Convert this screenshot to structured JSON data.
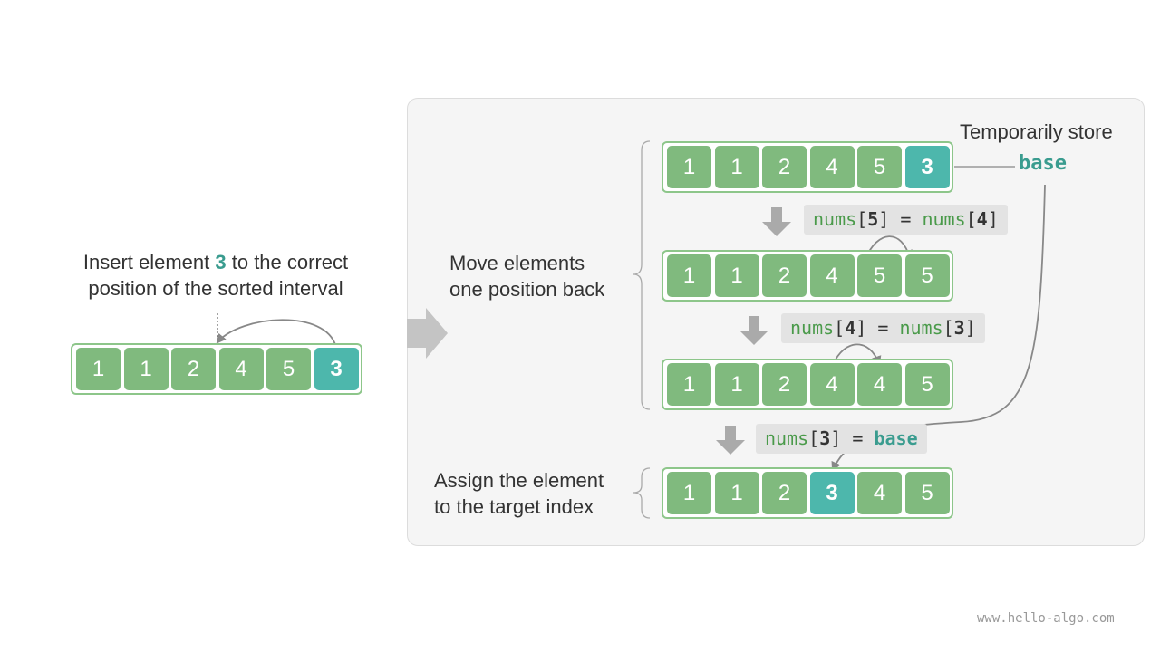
{
  "left": {
    "caption_line1_prefix": "Insert element ",
    "caption_line1_highlight": "3",
    "caption_line1_suffix": " to the correct",
    "caption_line2": "position of the sorted interval",
    "array": [
      "1",
      "1",
      "2",
      "4",
      "5",
      "3"
    ]
  },
  "right": {
    "top_label": "Temporarily store",
    "base_label": "base",
    "move_label_line1": "Move elements",
    "move_label_line2": "one position back",
    "assign_label_line1": "Assign the element",
    "assign_label_line2": "to the target index",
    "rows": [
      [
        "1",
        "1",
        "2",
        "4",
        "5",
        "3"
      ],
      [
        "1",
        "1",
        "2",
        "4",
        "5",
        "5"
      ],
      [
        "1",
        "1",
        "2",
        "4",
        "4",
        "5"
      ],
      [
        "1",
        "1",
        "2",
        "3",
        "4",
        "5"
      ]
    ],
    "steps": [
      {
        "lhs_name": "nums",
        "lhs_idx": "5",
        "eq": "=",
        "rhs_name": "nums",
        "rhs_idx": "4"
      },
      {
        "lhs_name": "nums",
        "lhs_idx": "4",
        "eq": "=",
        "rhs_name": "nums",
        "rhs_idx": "3"
      },
      {
        "lhs_name": "nums",
        "lhs_idx": "3",
        "eq": "=",
        "rhs": "base"
      }
    ]
  },
  "watermark": "www.hello-algo.com",
  "colors": {
    "cell": "#80ba7e",
    "cell_highlight": "#4db7ac",
    "array_border": "#8dc68a",
    "accent_text": "#3a9c8f",
    "code_keyword": "#4a9a4a",
    "panel_bg": "#f5f5f5",
    "code_bg": "#e3e3e3"
  }
}
